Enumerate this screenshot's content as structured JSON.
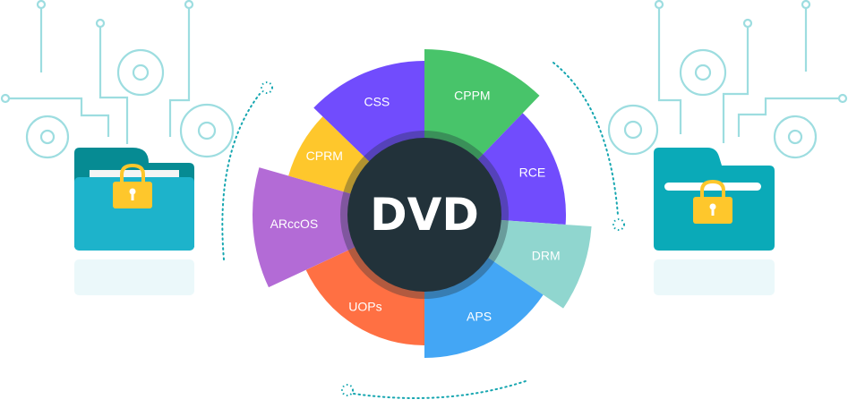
{
  "center_label": "DVD",
  "segments": [
    {
      "label": "CPPM",
      "color": "#48c46a"
    },
    {
      "label": "RCE",
      "color": "#714cfd"
    },
    {
      "label": "DRM",
      "color": "#90d6cf"
    },
    {
      "label": "APS",
      "color": "#43a6f5"
    },
    {
      "label": "UOPs",
      "color": "#ff7043"
    },
    {
      "label": "ARccOS",
      "color": "#b36bd6"
    },
    {
      "label": "CPRM",
      "color": "#fec72c"
    },
    {
      "label": "CSS",
      "color": "#714cfd"
    }
  ],
  "colors": {
    "center": "#22323a",
    "folder_front": "#1db3cb",
    "folder_back": "#068b93",
    "folder_right": "#0aaab8",
    "lock": "#fec72c",
    "circuit": "#9ddde0"
  }
}
